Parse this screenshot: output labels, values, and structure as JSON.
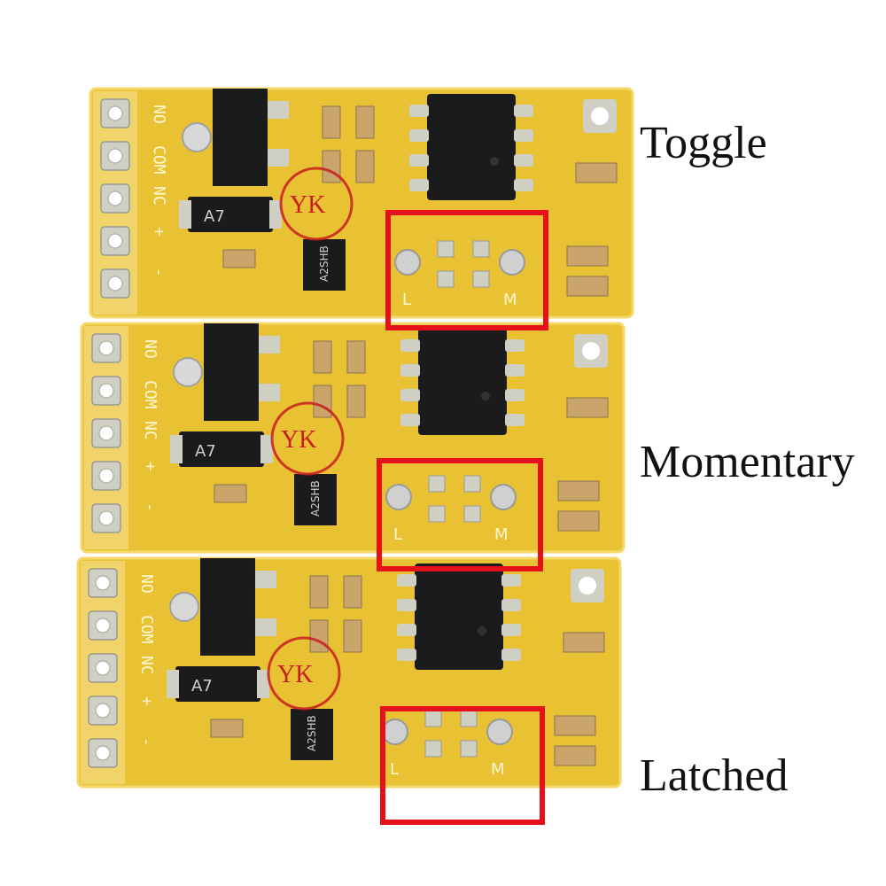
{
  "colors": {
    "pcb": "#e9c233",
    "pcb_edge": "#f4d86a",
    "chip": "#1b1b1b",
    "pad": "#cfcfc4",
    "highlight": "#e5101a",
    "logo": "#c81d1d",
    "silk": "#fff6cf"
  },
  "watermark": "YK",
  "boards": [
    {
      "mode_label": "Toggle",
      "silk_left": [
        "NO",
        "COM",
        "NC",
        "+",
        "-"
      ],
      "silk_diode": "A7",
      "silk_transistor": "A2SHB",
      "silk_pad_left": "L",
      "silk_pad_right": "M"
    },
    {
      "mode_label": "Momentary",
      "silk_left": [
        "NO",
        "COM",
        "NC",
        "+",
        "-"
      ],
      "silk_diode": "A7",
      "silk_transistor": "A2SHB",
      "silk_pad_left": "L",
      "silk_pad_right": "M"
    },
    {
      "mode_label": "Latched",
      "silk_left": [
        "NO",
        "COM",
        "NC",
        "+",
        "-"
      ],
      "silk_diode": "A7",
      "silk_transistor": "A2SHB",
      "silk_pad_left": "L",
      "silk_pad_right": "M"
    }
  ]
}
